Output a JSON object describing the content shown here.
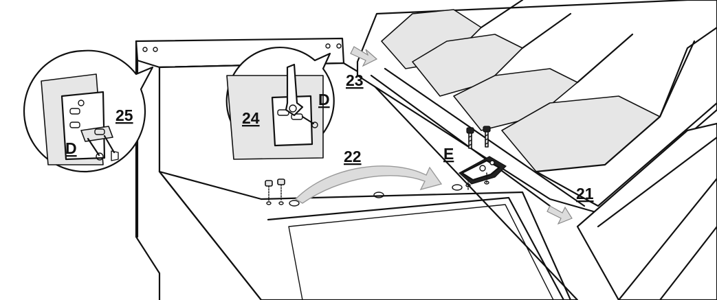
{
  "labels": {
    "step_21": "21",
    "step_22": "22",
    "step_23": "23",
    "step_24": "24",
    "step_25": "25",
    "part_d_detail_24": "D",
    "part_d_detail_25": "D",
    "part_e": "E"
  },
  "icons": {
    "arrow": "gray-direction-arrow",
    "wrench": "wrench-icon",
    "screw": "screw-icon",
    "bracket": "hinge-bracket-icon"
  },
  "colors": {
    "line": "#111111",
    "arrow_fill": "#dcdcdc",
    "arrow_stroke": "#999999",
    "panel": "#ffffff"
  }
}
